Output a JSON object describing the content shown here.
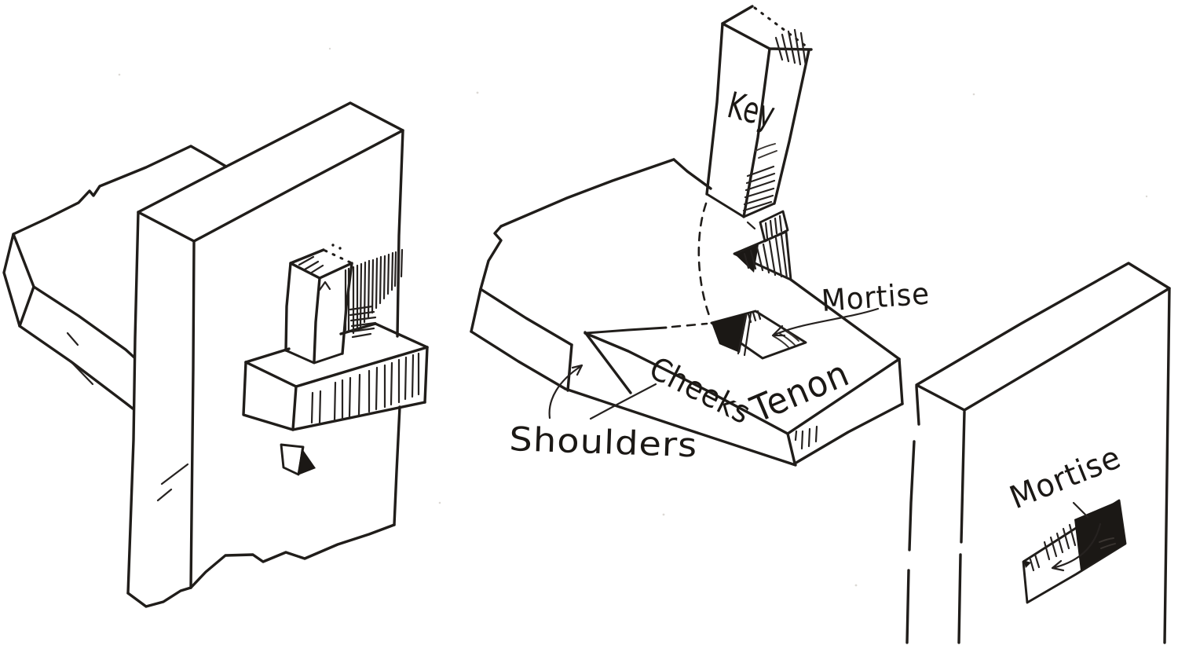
{
  "illustration": {
    "background": "#ffffff",
    "ink": "#201d1a",
    "labels": {
      "key": "Key",
      "mortise_exploded": "Mortise",
      "tenon": "Tenon",
      "cheeks": "Cheeks",
      "shoulders": "Shoulders",
      "mortise_board": "Mortise"
    }
  }
}
